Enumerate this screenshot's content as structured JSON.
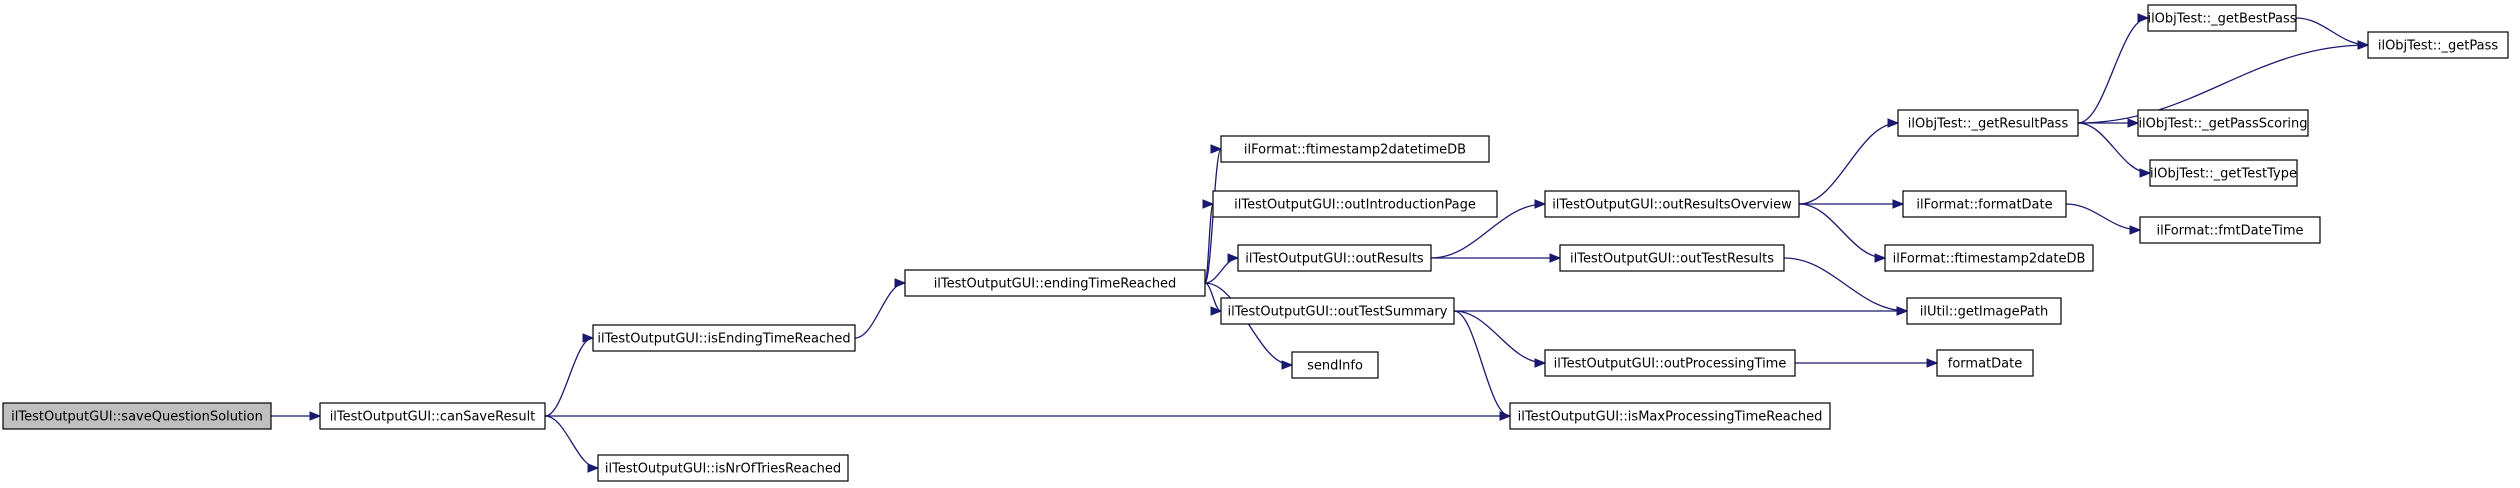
{
  "colors": {
    "edge": "#191970",
    "node_border": "#000000",
    "node_fill": "#ffffff",
    "root_fill": "#bfbfbf"
  },
  "nodes": {
    "saveQuestionSolution": "ilTestOutputGUI::saveQuestionSolution",
    "canSaveResult": "ilTestOutputGUI::canSaveResult",
    "isEndingTimeReached": "ilTestOutputGUI::isEndingTimeReached",
    "isNrOfTriesReached": "ilTestOutputGUI::isNrOfTriesReached",
    "endingTimeReached": "ilTestOutputGUI::endingTimeReached",
    "ftimestamp2datetimeDB": "ilFormat::ftimestamp2datetimeDB",
    "outIntroductionPage": "ilTestOutputGUI::outIntroductionPage",
    "outResults": "ilTestOutputGUI::outResults",
    "outTestSummary": "ilTestOutputGUI::outTestSummary",
    "sendInfo": "sendInfo",
    "outResultsOverview": "ilTestOutputGUI::outResultsOverview",
    "outTestResults": "ilTestOutputGUI::outTestResults",
    "outProcessingTime": "ilTestOutputGUI::outProcessingTime",
    "isMaxProcessingTimeReached": "ilTestOutputGUI::isMaxProcessingTimeReached",
    "getResultPass": "ilObjTest::_getResultPass",
    "formatDate": "ilFormat::formatDate",
    "ftimestamp2dateDB": "ilFormat::ftimestamp2dateDB",
    "getImagePath": "ilUtil::getImagePath",
    "formatDatePlain": "formatDate",
    "getBestPass": "ilObjTest::_getBestPass",
    "getPass": "ilObjTest::_getPass",
    "getPassScoring": "ilObjTest::_getPassScoring",
    "getTestType": "ilObjTest::_getTestType",
    "fmtDateTime": "ilFormat::fmtDateTime"
  }
}
